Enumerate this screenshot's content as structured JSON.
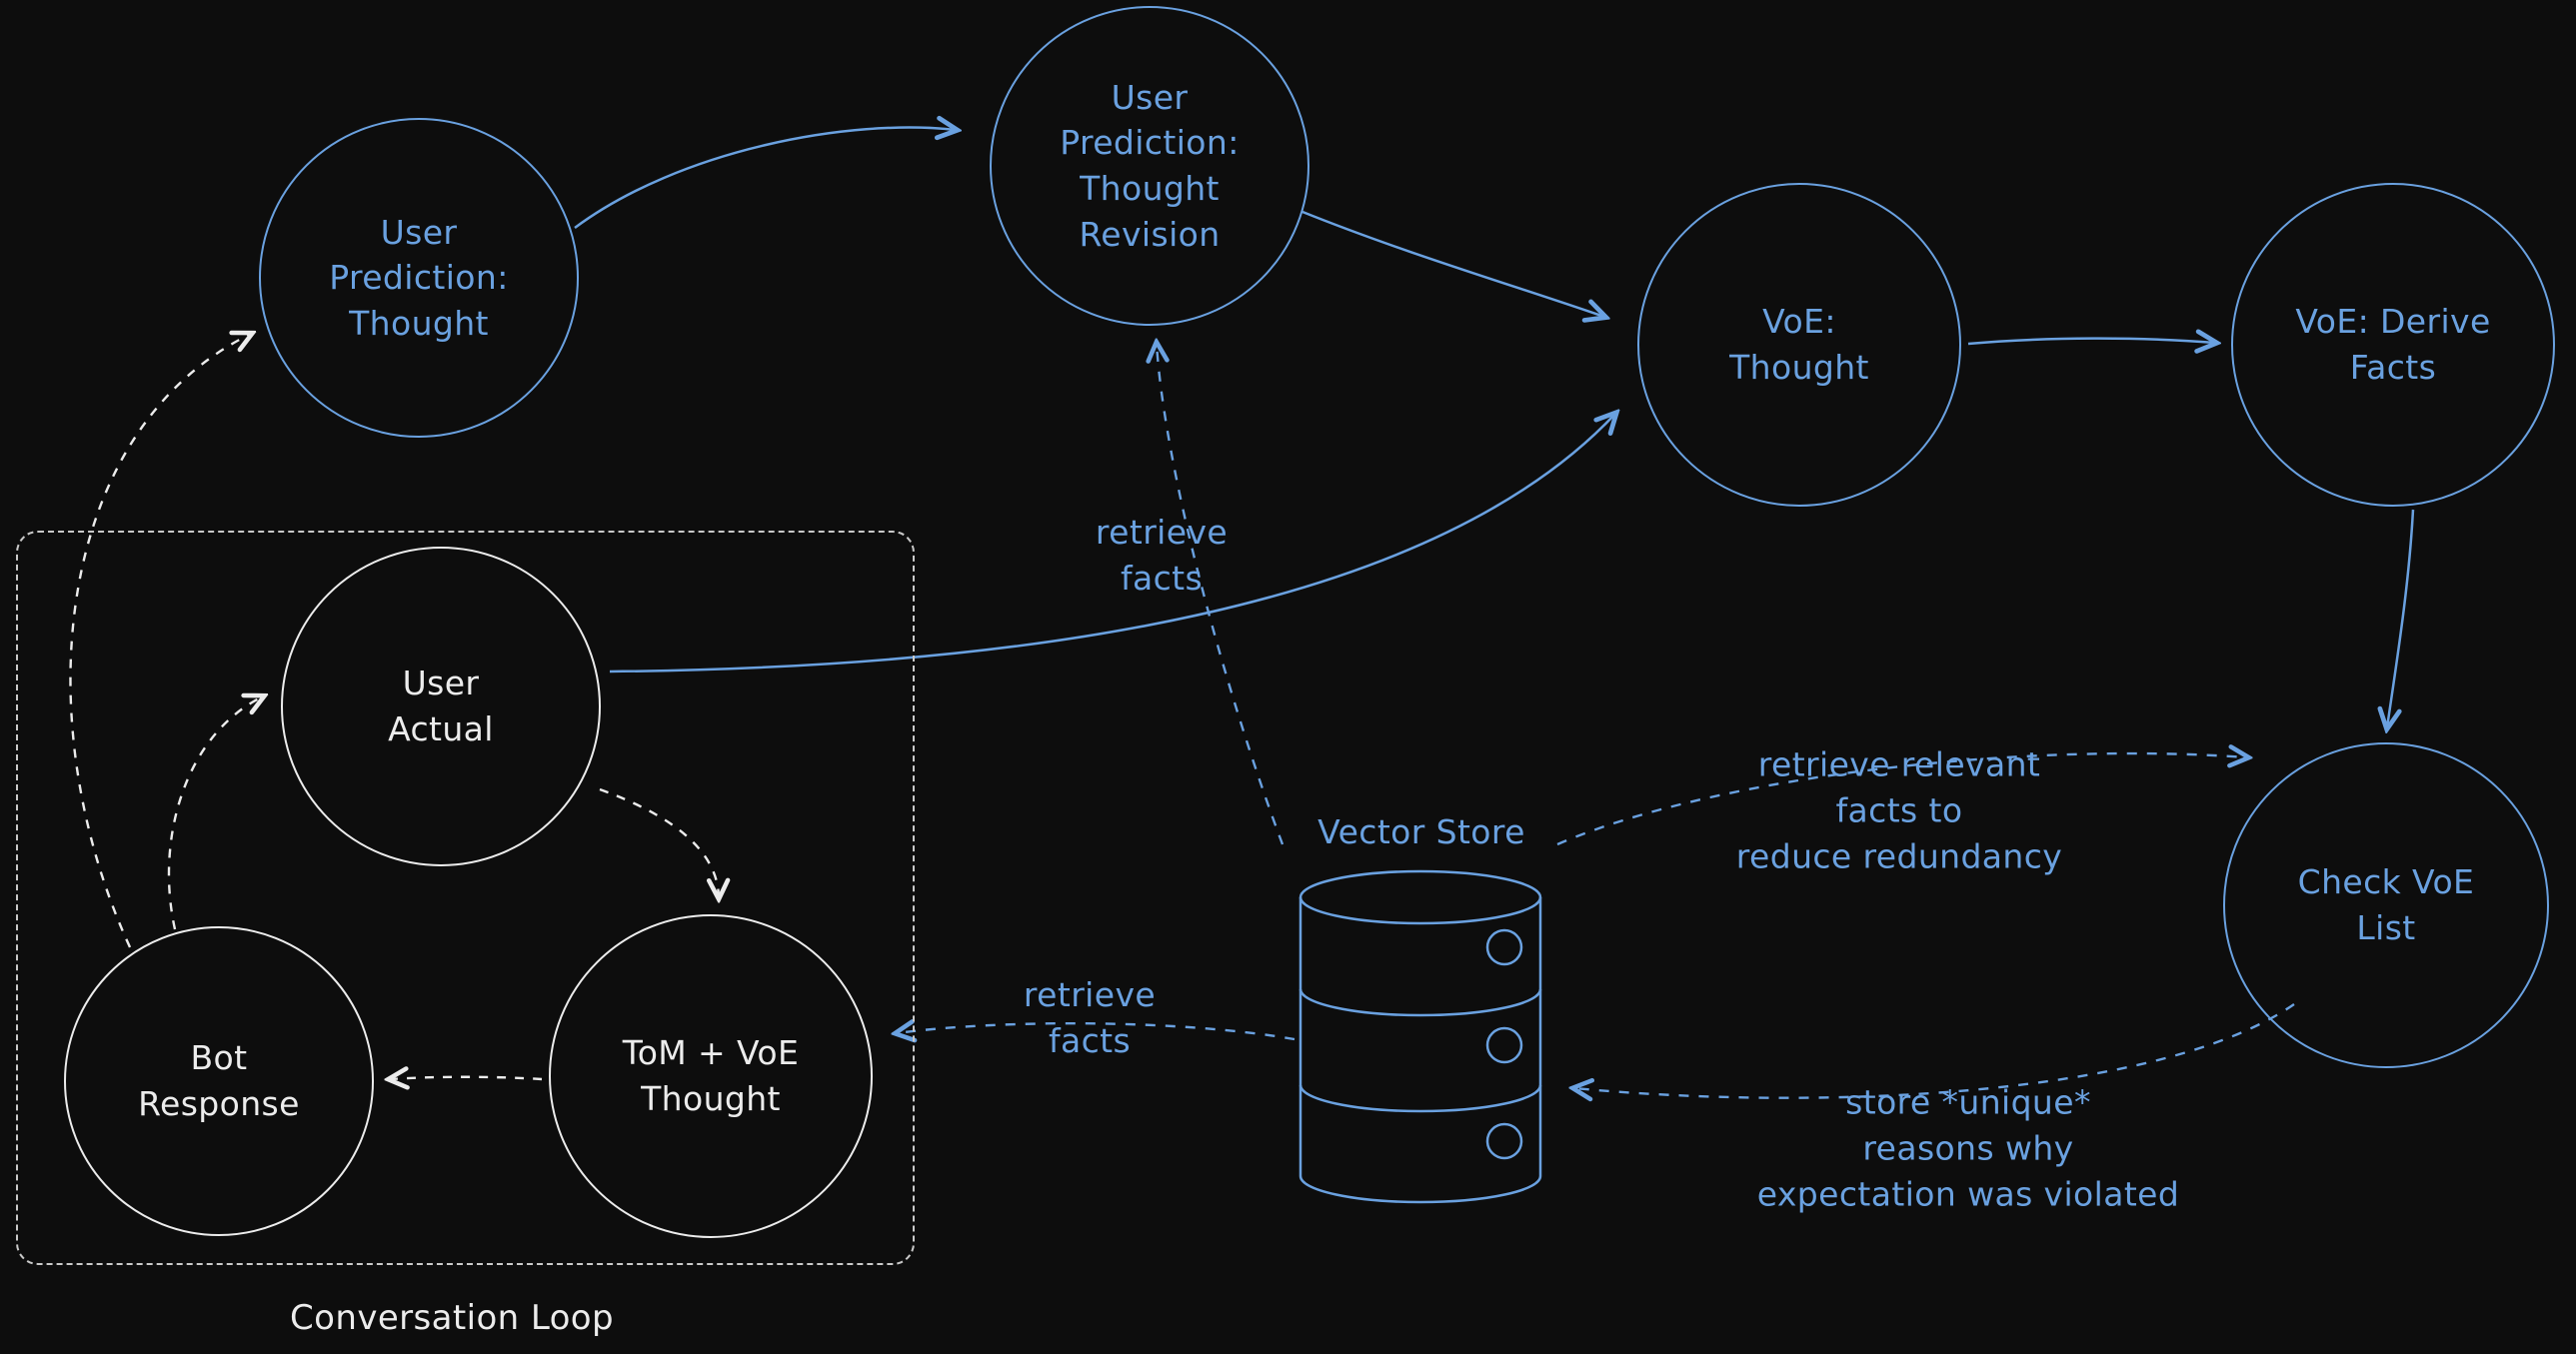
{
  "colors": {
    "background": "#0d0d0d",
    "accent_blue": "#6aa1e0",
    "stroke_white": "#ececec"
  },
  "nodes": [
    {
      "id": "user-prediction-thought",
      "label": "User\nPrediction:\nThought",
      "color": "blue"
    },
    {
      "id": "user-prediction-thought-revision",
      "label": "User\nPrediction:\nThought\nRevision",
      "color": "blue"
    },
    {
      "id": "voe-thought",
      "label": "VoE:\nThought",
      "color": "blue"
    },
    {
      "id": "voe-derive-facts",
      "label": "VoE: Derive\nFacts",
      "color": "blue"
    },
    {
      "id": "check-voe-list",
      "label": "Check VoE\nList",
      "color": "blue"
    },
    {
      "id": "user-actual",
      "label": "User\nActual",
      "color": "white"
    },
    {
      "id": "bot-response",
      "label": "Bot\nResponse",
      "color": "white"
    },
    {
      "id": "tom-voe-thought",
      "label": "ToM + VoE\nThought",
      "color": "white"
    }
  ],
  "labels": {
    "retrieve_facts_top": "retrieve\nfacts",
    "retrieve_relevant": "retrieve relevant\nfacts to\nreduce redundancy",
    "store_unique": "store *unique*\nreasons why\nexpectation was violated",
    "retrieve_facts_left": "retrieve\nfacts",
    "vector_store": "Vector Store",
    "conversation_loop": "Conversation Loop"
  }
}
